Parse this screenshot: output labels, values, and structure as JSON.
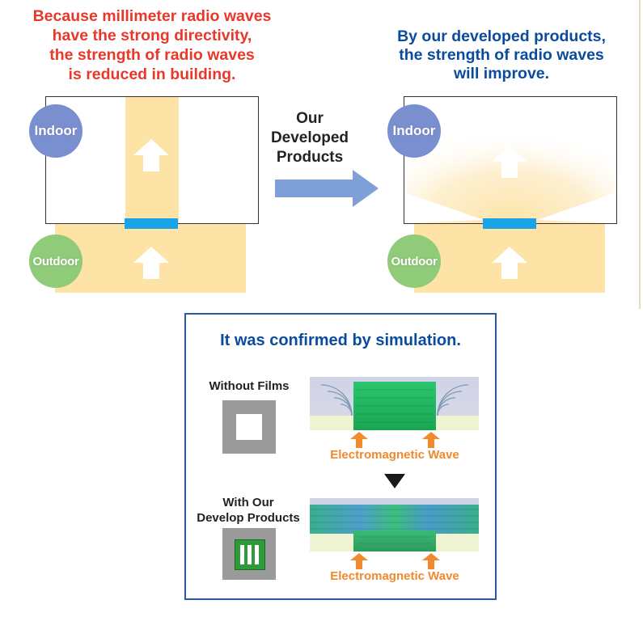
{
  "left_caption": {
    "lines": [
      "Because millimeter radio waves",
      "have the strong directivity,",
      "the strength of radio waves",
      "is reduced in building."
    ]
  },
  "right_caption": {
    "lines": [
      "By our developed products,",
      "the strength of radio waves",
      "will improve."
    ]
  },
  "arrow_label": {
    "lines": [
      "Our",
      "Developed",
      "Products"
    ]
  },
  "labels": {
    "indoor": "Indoor",
    "outdoor": "Outdoor"
  },
  "simulation": {
    "title": "It was confirmed by simulation.",
    "without_films": "Without Films",
    "with_products_lines": [
      "With Our",
      "Develop Products"
    ],
    "em_wave": "Electromagnetic Wave"
  },
  "colors": {
    "red_text": "#e8382a",
    "blue_text": "#0a4b9e",
    "beam": "#fde3a6",
    "film": "#1aa3e8",
    "indoor_circle": "#7a8fd0",
    "outdoor_circle": "#8fcb78",
    "arrow": "#7f9fd8",
    "em_orange": "#f08a2c"
  }
}
